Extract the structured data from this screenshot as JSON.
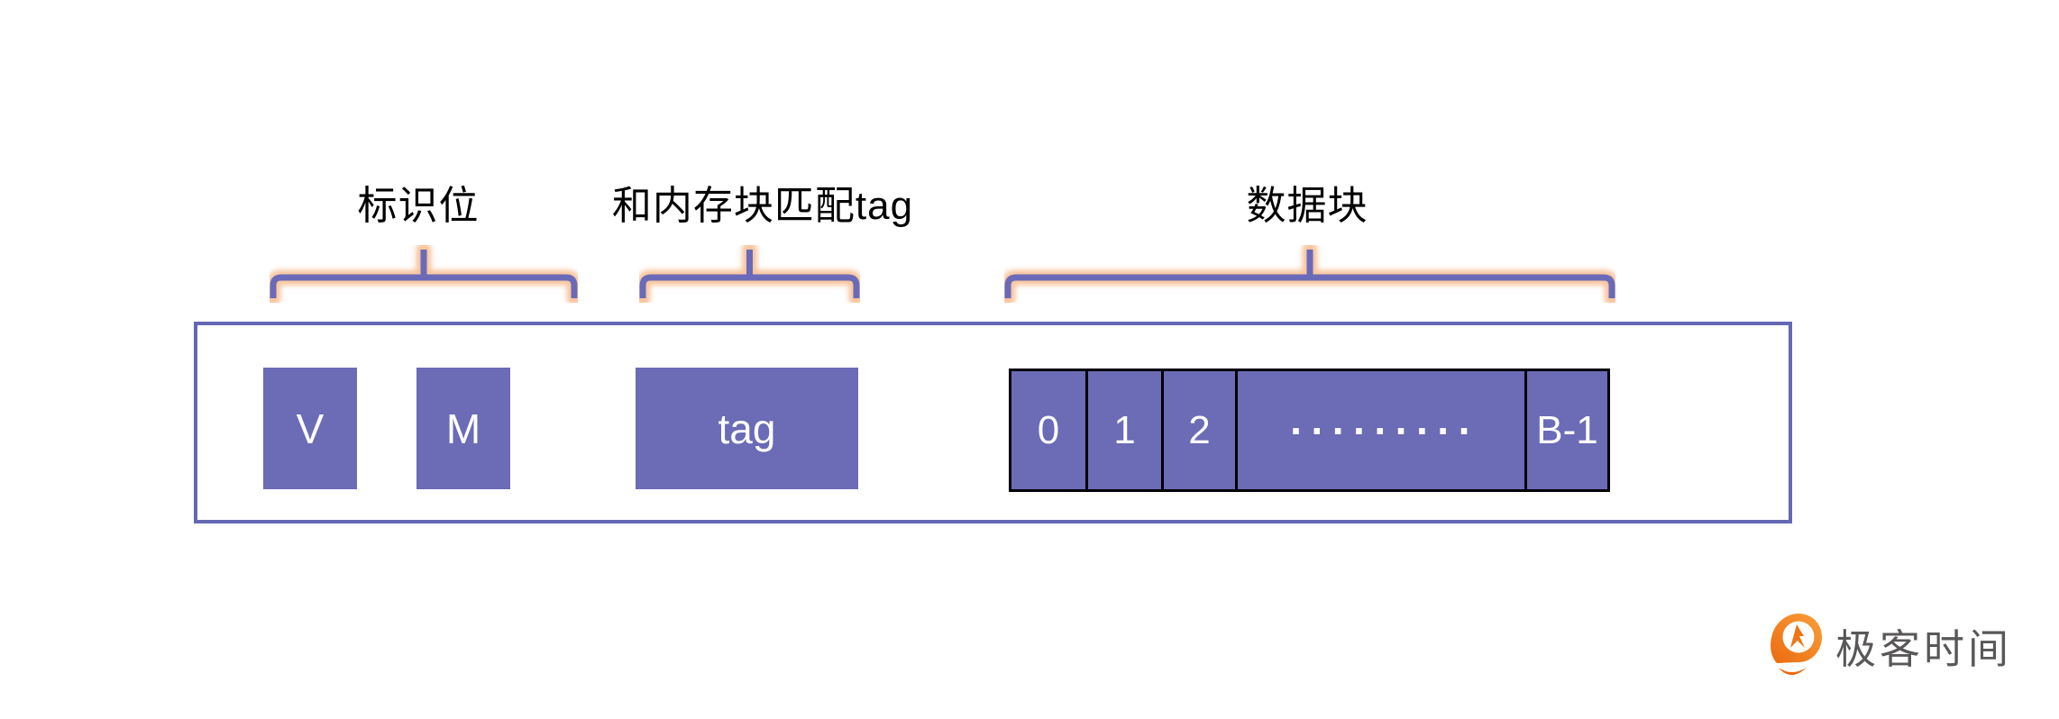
{
  "annotations": [
    {
      "label": "标识位"
    },
    {
      "label": "和内存块匹配tag"
    },
    {
      "label": "数据块"
    }
  ],
  "cache_line": {
    "flag_bits": [
      "V",
      "M"
    ],
    "tag": "tag",
    "data_cells": [
      "0",
      "1",
      "2",
      "·········",
      "B-1"
    ]
  },
  "colors": {
    "box_fill": "#6B6BB6",
    "outline_border": "#6568B4",
    "brace_stroke": "#6A6AB8",
    "brace_glow": "#F7BE93",
    "cell_border": "#000000",
    "label_text": "#000000",
    "logo_orange": "#F07C1F",
    "logo_text_color": "#595757"
  },
  "logo": {
    "text": "极客时间"
  }
}
